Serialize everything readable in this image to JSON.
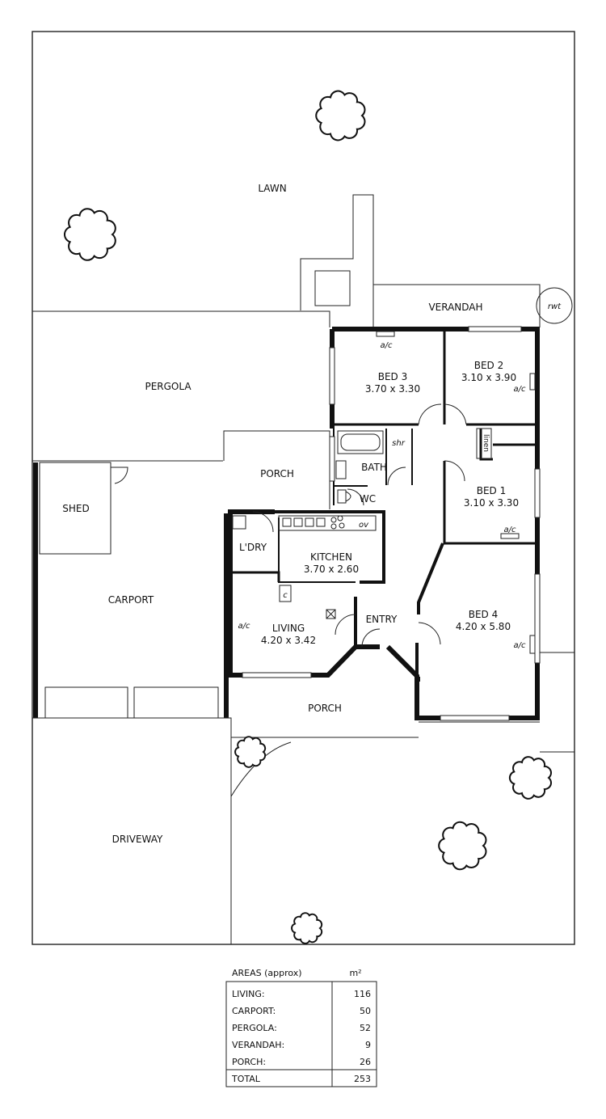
{
  "rooms": {
    "lawn": "LAWN",
    "pergola": "PERGOLA",
    "verandah": "VERANDAH",
    "rwt": "rwt",
    "bed3": "BED 3",
    "bed3_dim": "3.70 x 3.30",
    "bed2": "BED 2",
    "bed2_dim": "3.10 x 3.90",
    "bed1": "BED 1",
    "bed1_dim": "3.10 x 3.30",
    "bed4": "BED 4",
    "bed4_dim": "4.20 x 5.80",
    "porch_rear": "PORCH",
    "shed": "SHED",
    "carport": "CARPORT",
    "bath": "BATH",
    "shr": "shr",
    "wc": "WC",
    "linen": "linen",
    "laundry": "L'DRY",
    "kitchen": "KITCHEN",
    "kitchen_dim": "3.70 x 2.60",
    "living": "LIVING",
    "living_dim": "4.20 x 3.42",
    "entry": "ENTRY",
    "porch_front": "PORCH",
    "driveway": "DRIVEWAY",
    "ac": "a/c",
    "ov": "ov",
    "c": "c"
  },
  "areas_table": {
    "title": "AREAS (approx)",
    "unit": "m²",
    "rows": [
      {
        "label": "LIVING:",
        "value": "116"
      },
      {
        "label": "CARPORT:",
        "value": "50"
      },
      {
        "label": "PERGOLA:",
        "value": "52"
      },
      {
        "label": "VERANDAH:",
        "value": "9"
      },
      {
        "label": "PORCH:",
        "value": "26"
      }
    ],
    "total_label": "TOTAL",
    "total_value": "253"
  }
}
